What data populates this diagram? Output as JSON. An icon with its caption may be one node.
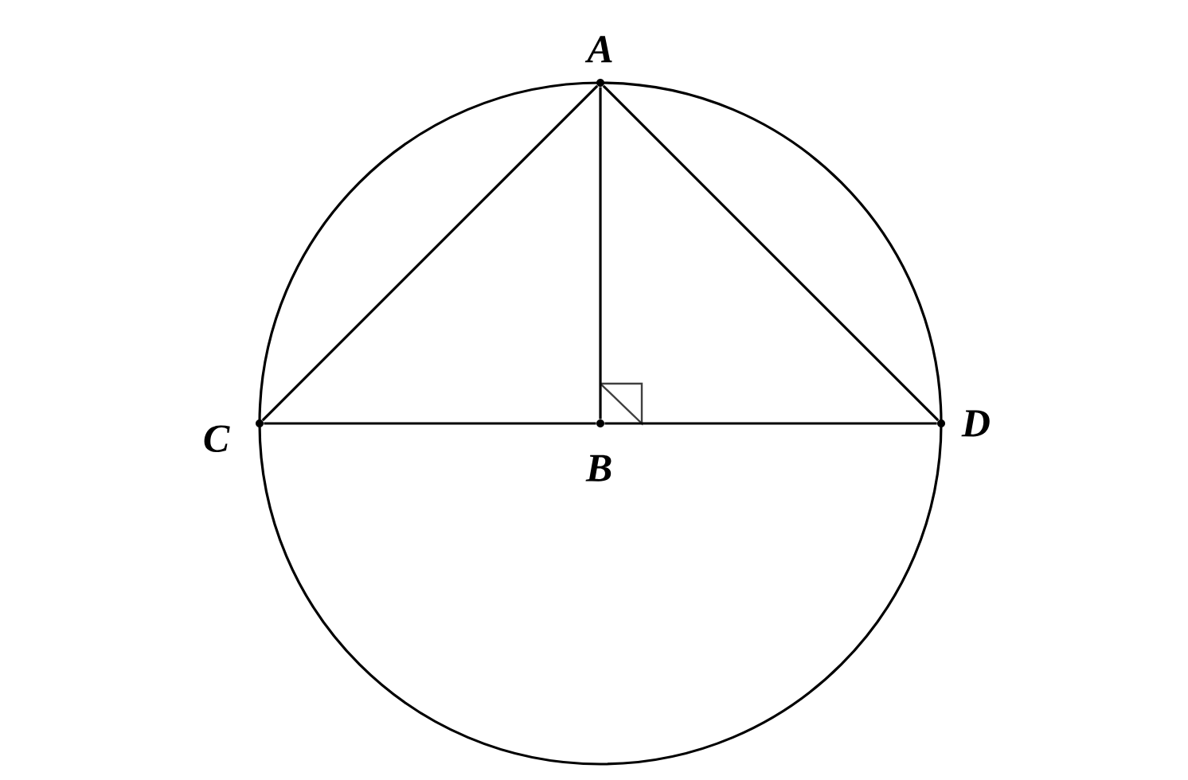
{
  "diagram": {
    "nodes": [
      {
        "text": [
          "A"
        ]
      },
      {
        "text": [
          "B"
        ]
      },
      {
        "text": [
          "C"
        ]
      },
      {
        "text": [
          "D"
        ]
      }
    ],
    "edges": [
      {
        "from": 0,
        "to": 2,
        "arrow": "none"
      },
      {
        "from": 0,
        "to": 3,
        "arrow": "none"
      },
      {
        "from": 0,
        "to": 1,
        "arrow": "none"
      },
      {
        "from": 2,
        "to": 1,
        "arrow": "none"
      },
      {
        "from": 1,
        "to": 3,
        "arrow": "none"
      }
    ]
  }
}
